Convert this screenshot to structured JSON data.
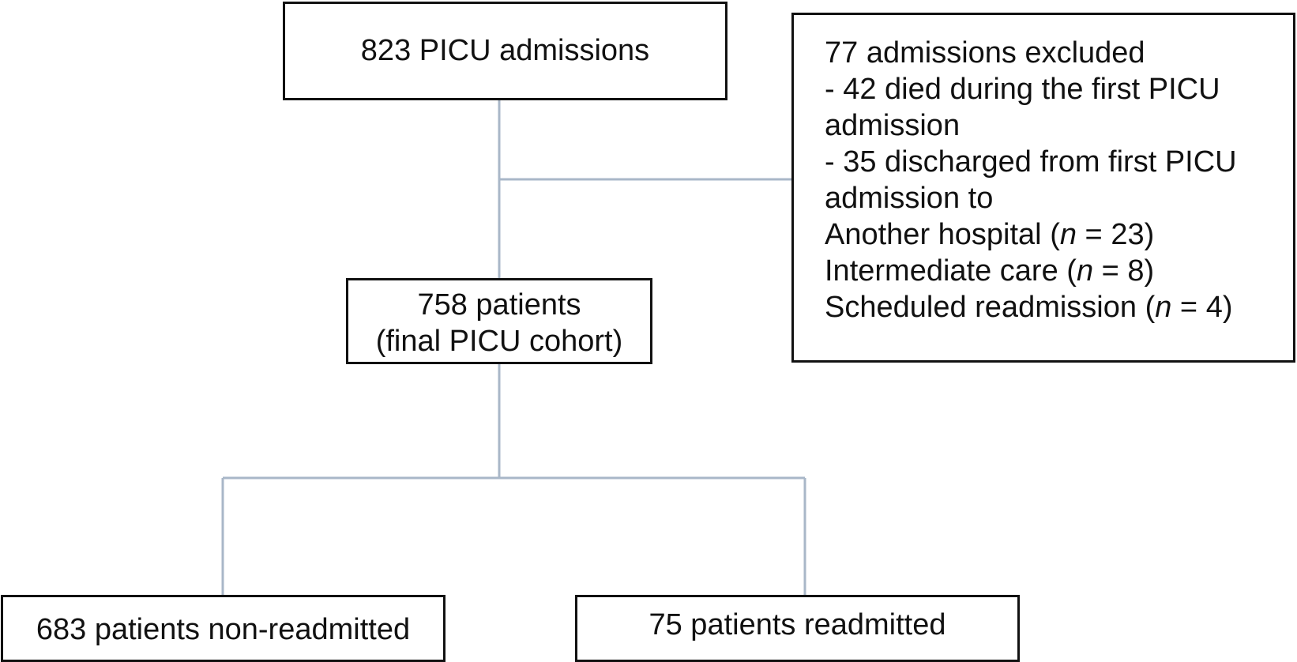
{
  "nodes": {
    "admissions": {
      "label": "823 PICU admissions"
    },
    "excluded": {
      "heading": "77 admissions excluded",
      "lines": [
        "- 42 died during the first PICU",
        "admission",
        "- 35 discharged from first PICU",
        "admission to"
      ],
      "destinations": [
        {
          "label": "Another hospital",
          "n_symbol": "n",
          "count": "23"
        },
        {
          "label": "Intermediate care",
          "n_symbol": "n",
          "count": "8"
        },
        {
          "label": "Scheduled readmission",
          "n_symbol": "n",
          "count": "4"
        }
      ]
    },
    "cohort": {
      "line1": "758 patients",
      "line2": "(final PICU cohort)"
    },
    "non_readmitted": {
      "label": "683 patients non-readmitted"
    },
    "readmitted": {
      "label": "75 patients readmitted"
    }
  },
  "colors": {
    "connector": "#a9b7c8",
    "box_border": "#111111",
    "text": "#111111",
    "background": "#ffffff"
  }
}
